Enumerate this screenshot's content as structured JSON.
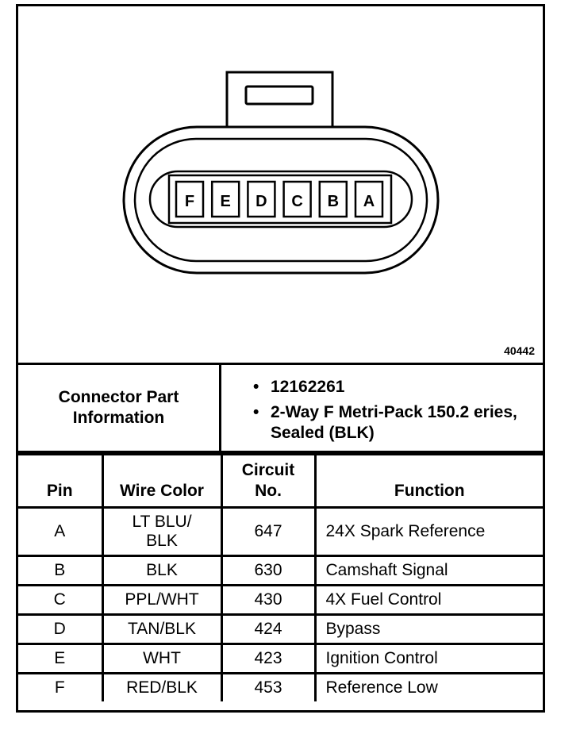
{
  "figure": {
    "number": "40442",
    "connector_pins": [
      "F",
      "E",
      "D",
      "C",
      "B",
      "A"
    ]
  },
  "part_info": {
    "label": "Connector Part Information",
    "items": [
      "12162261",
      "2-Way F Metri-Pack 150.2 eries, Sealed (BLK)"
    ]
  },
  "table": {
    "headers": {
      "pin": "Pin",
      "wire_color": "Wire Color",
      "circuit": "Circuit No.",
      "function": "Function"
    },
    "rows": [
      {
        "pin": "A",
        "wire_color": "LT BLU/ BLK",
        "circuit": "647",
        "function": "24X Spark Reference"
      },
      {
        "pin": "B",
        "wire_color": "BLK",
        "circuit": "630",
        "function": "Camshaft Signal"
      },
      {
        "pin": "C",
        "wire_color": "PPL/WHT",
        "circuit": "430",
        "function": "4X Fuel Control"
      },
      {
        "pin": "D",
        "wire_color": "TAN/BLK",
        "circuit": "424",
        "function": "Bypass"
      },
      {
        "pin": "E",
        "wire_color": "WHT",
        "circuit": "423",
        "function": "Ignition Control"
      },
      {
        "pin": "F",
        "wire_color": "RED/BLK",
        "circuit": "453",
        "function": "Reference Low"
      }
    ]
  }
}
